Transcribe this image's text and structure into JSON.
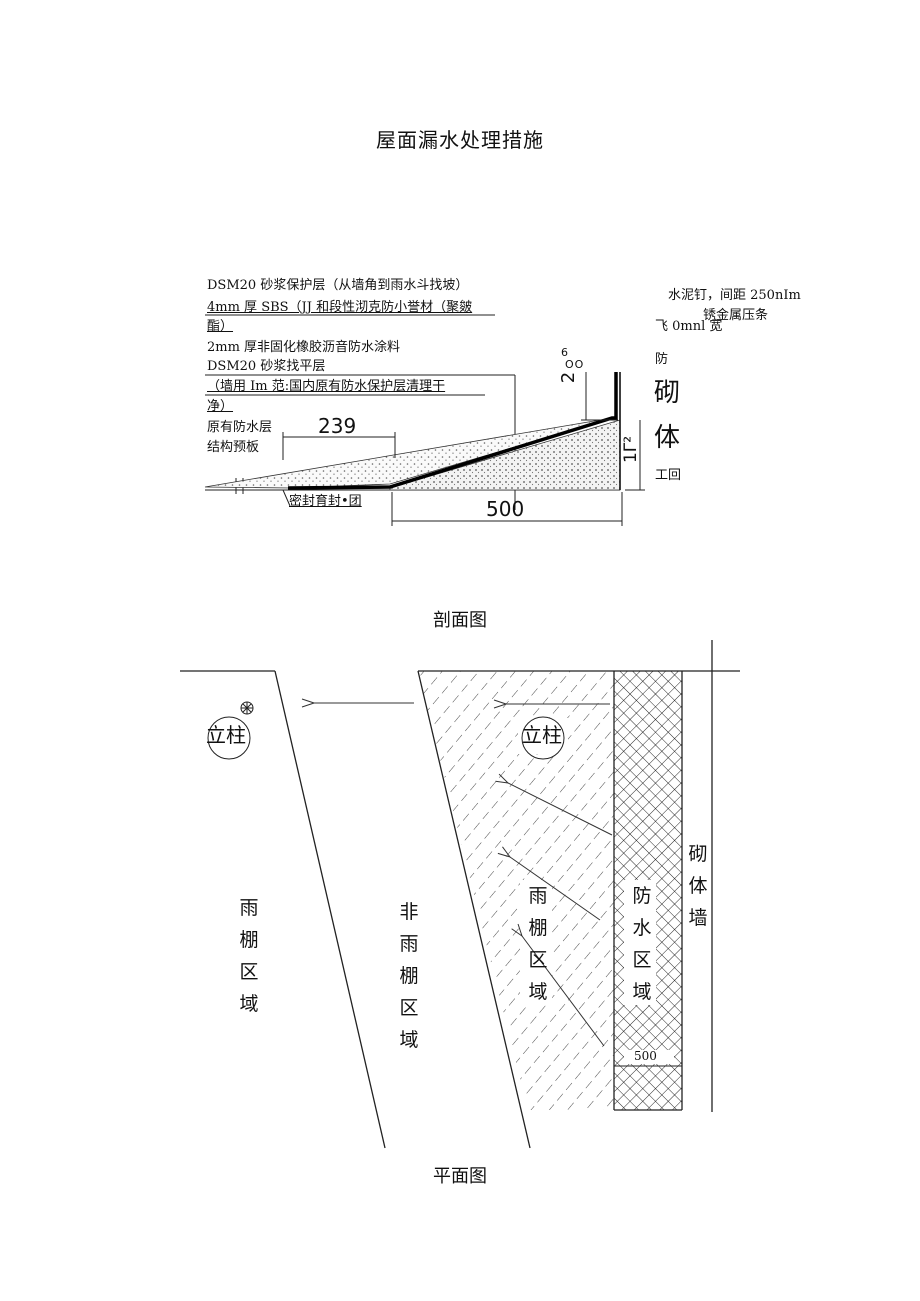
{
  "title": "屋面漏水处理措施",
  "section": {
    "caption": "剖面图",
    "layers": [
      "DSM20 砂浆保护层（从墙角到雨水斗找坡）",
      "4mm 厚 SBS（JJ 和段性沏克防小誉材（聚皴",
      "酯）",
      "2mm 厚非固化橡胶沥音防水涂料",
      "DSM20 砂浆找平层",
      "（墙用 Im 范:国内原有防水保护层清理干",
      "净）",
      "原有防水层",
      "结构预板"
    ],
    "right_note_1": "水泥钉，间距 250nIm",
    "right_note_2": "锈金属压条",
    "right_note_3": "飞 0mnl 宽",
    "right_note_4": "防",
    "wall_char_1": "砌",
    "wall_char_2": "体",
    "right_note_5": "工回",
    "seal_label": "密封育封•团",
    "dim_239": "239",
    "dim_500": "500",
    "dim_200_a": "6",
    "dim_200_b": "OO",
    "dim_200_c": "2",
    "dim_150": "1Γ²"
  },
  "plan": {
    "caption": "平面图",
    "column_label_1": "立柱",
    "column_label_2": "立柱",
    "zone_canopy": [
      "雨",
      "棚",
      "区",
      "域"
    ],
    "zone_non_canopy": [
      "非",
      "雨",
      "棚",
      "区",
      "域"
    ],
    "zone_canopy_2": [
      "雨",
      "棚",
      "区",
      "域"
    ],
    "zone_waterproof": [
      "防",
      "水",
      "区",
      "域"
    ],
    "zone_wall": [
      "砌",
      "体",
      "墙"
    ],
    "dim_500": "500"
  }
}
